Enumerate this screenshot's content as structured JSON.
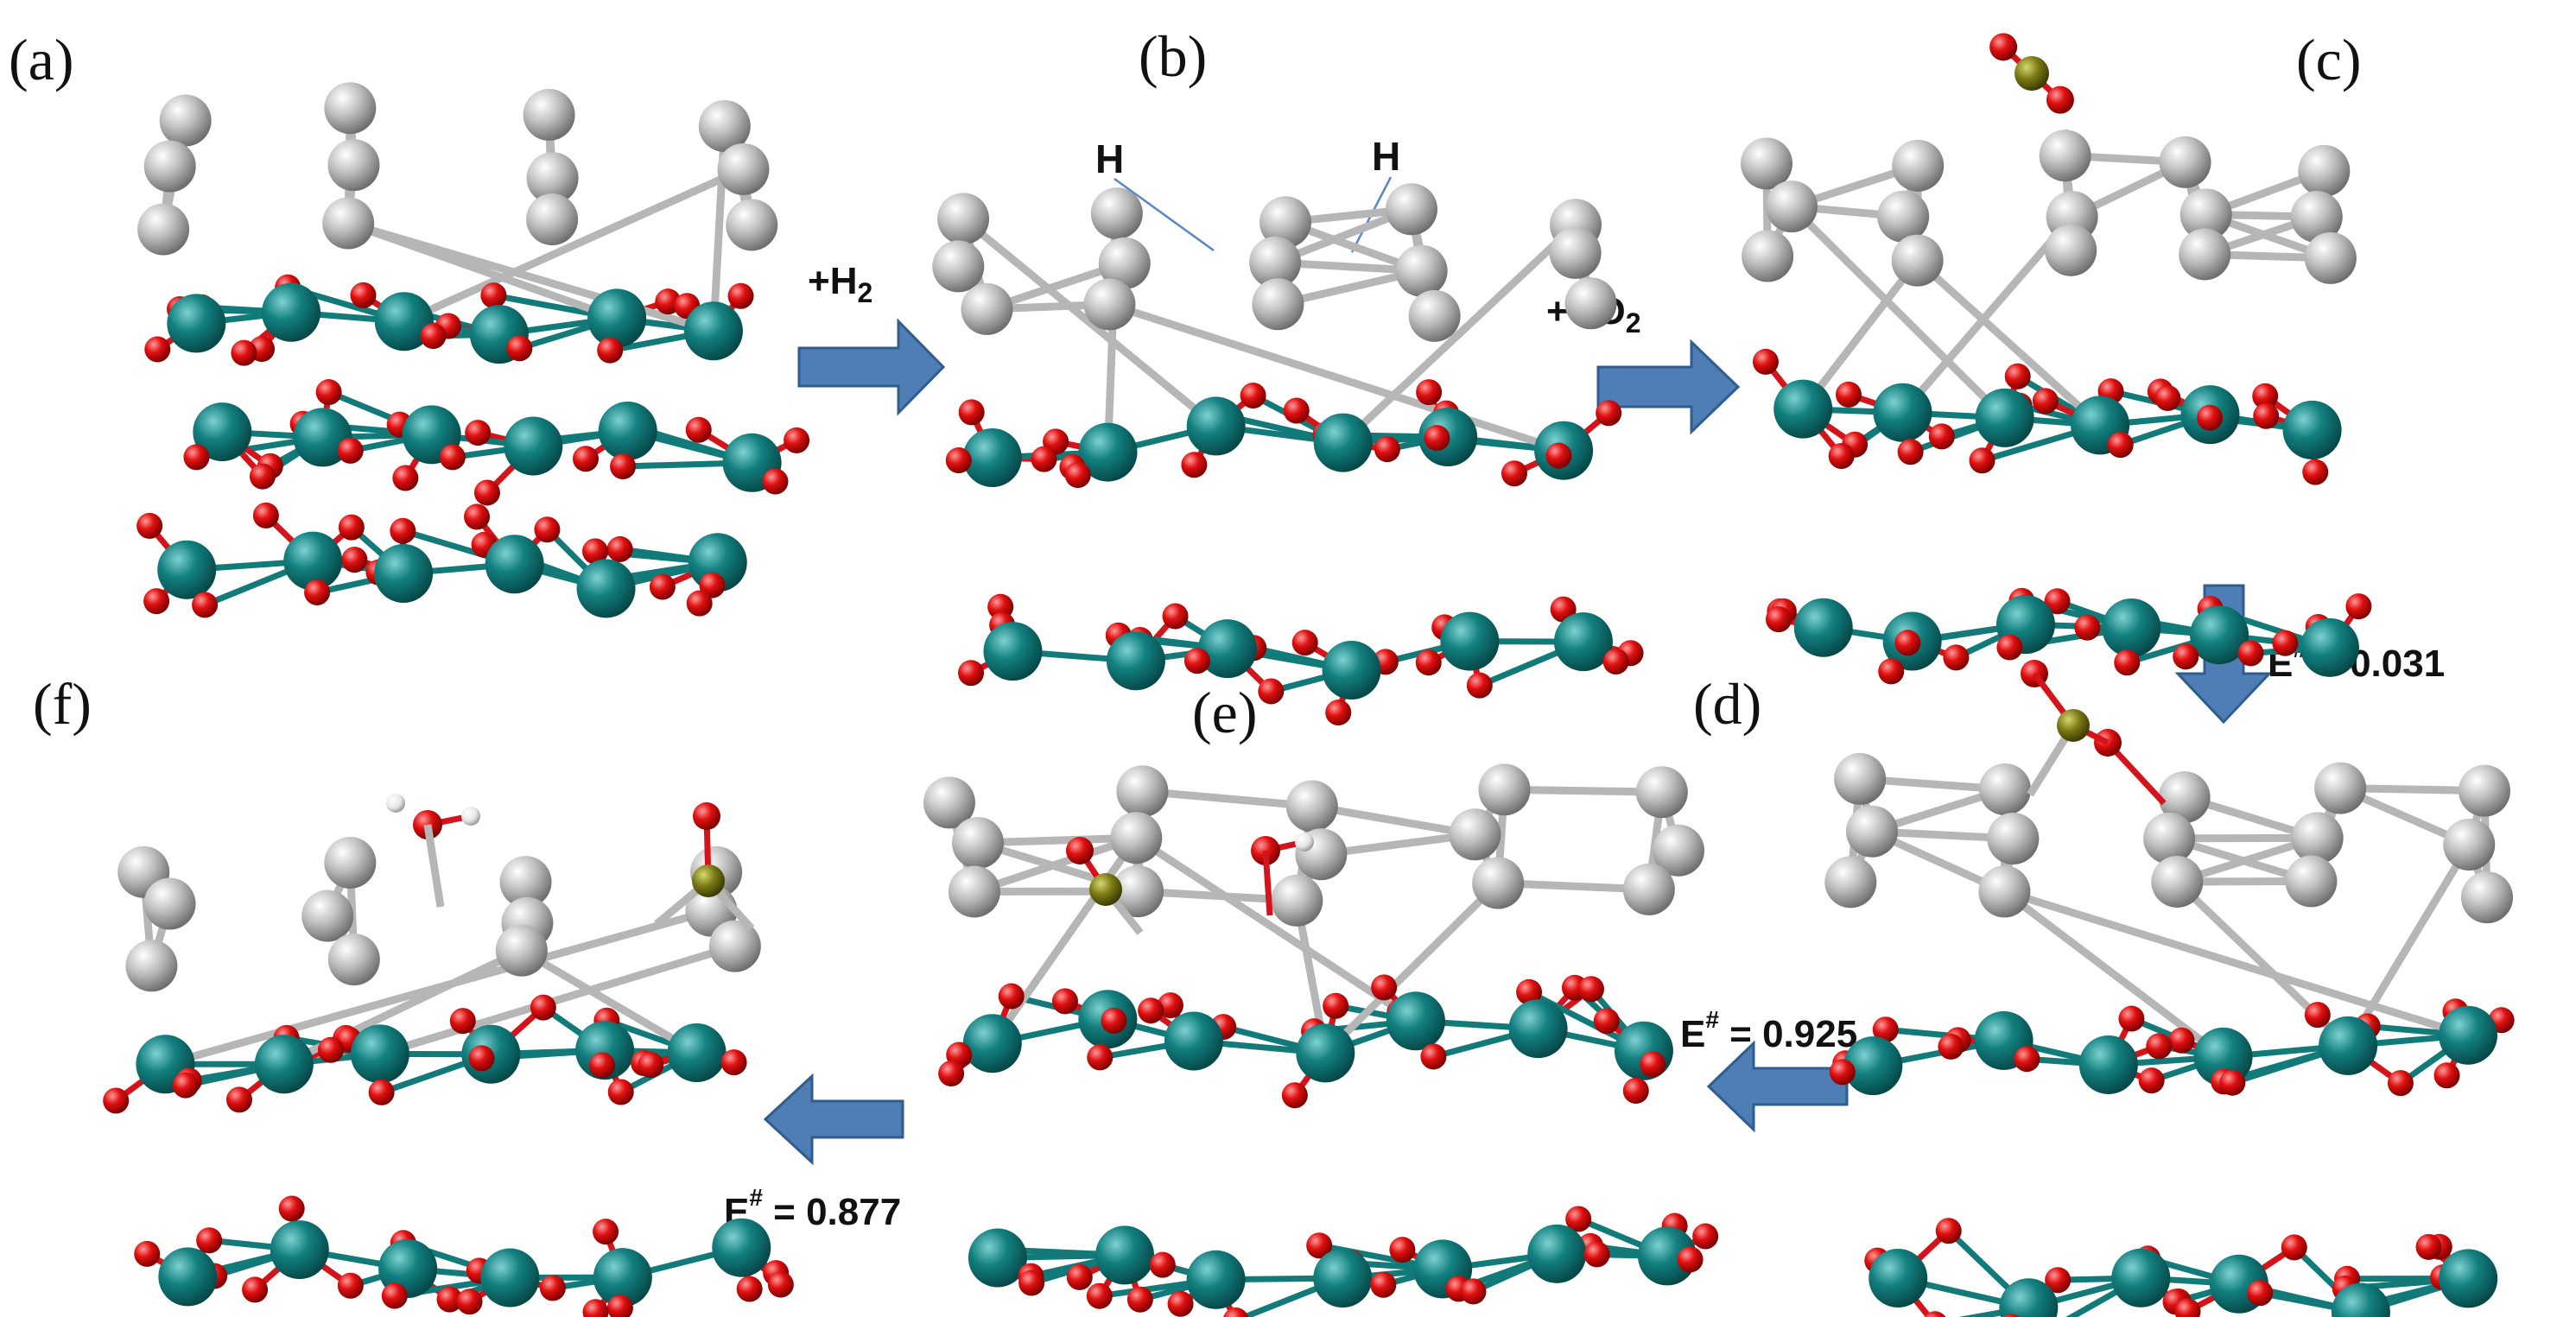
{
  "panels": [
    {
      "id": "a",
      "label": "(a)"
    },
    {
      "id": "b",
      "label": "(b)"
    },
    {
      "id": "c",
      "label": "(c)"
    },
    {
      "id": "d",
      "label": "(d)"
    },
    {
      "id": "e",
      "label": "(e)"
    },
    {
      "id": "f",
      "label": "(f)"
    }
  ],
  "steps": {
    "a_to_b": {
      "reagent": "+H",
      "subscript": "2"
    },
    "b_to_c": {
      "reagent": "+CO",
      "subscript": "2"
    },
    "c_to_d": {
      "energy_prefix": "E",
      "sup": "#",
      "energy": " = 0.031"
    },
    "d_to_e": {
      "energy_prefix": "E",
      "sup": "#",
      "energy": " = 0.925"
    },
    "e_to_f": {
      "energy_prefix": "E",
      "sup": "#",
      "energy": " = 0.877"
    }
  },
  "annotations": {
    "h_left": "H",
    "h_right": "H"
  },
  "colors": {
    "metal_atom": "#137a7a",
    "oxygen_atom": "#e01010",
    "graphene_atom": "#bdbdbd",
    "carbon_atom": "#7a7a14",
    "hydrogen_atom": "#eeeeee",
    "arrow_fill": "#4f7db6",
    "arrow_stroke": "#2f5d8f"
  }
}
